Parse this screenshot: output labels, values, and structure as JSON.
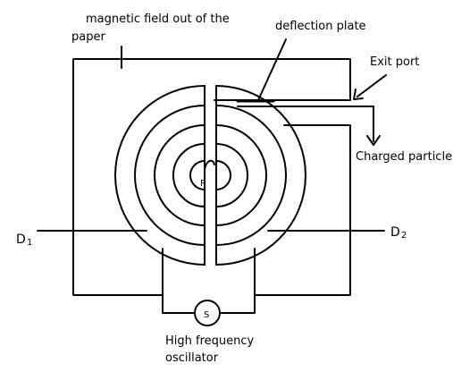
{
  "labels": {
    "magnetic_field_line1": "magnetic field out of the",
    "magnetic_field_line2": "paper",
    "deflection_plate": "deflection plate",
    "exit_port": "Exit port",
    "charged_particle": "Charged particle",
    "point_p": "P",
    "d1_letter": "D",
    "d1_sub": "1",
    "d2_letter": "D",
    "d2_sub": "2",
    "source_symbol": "S",
    "oscillator_line1": "High frequency",
    "oscillator_line2": "oscillator"
  },
  "icons": {
    "exit_port_arrow": "arrow-icon",
    "charged_particle_arrow": "arrow-down-icon"
  }
}
